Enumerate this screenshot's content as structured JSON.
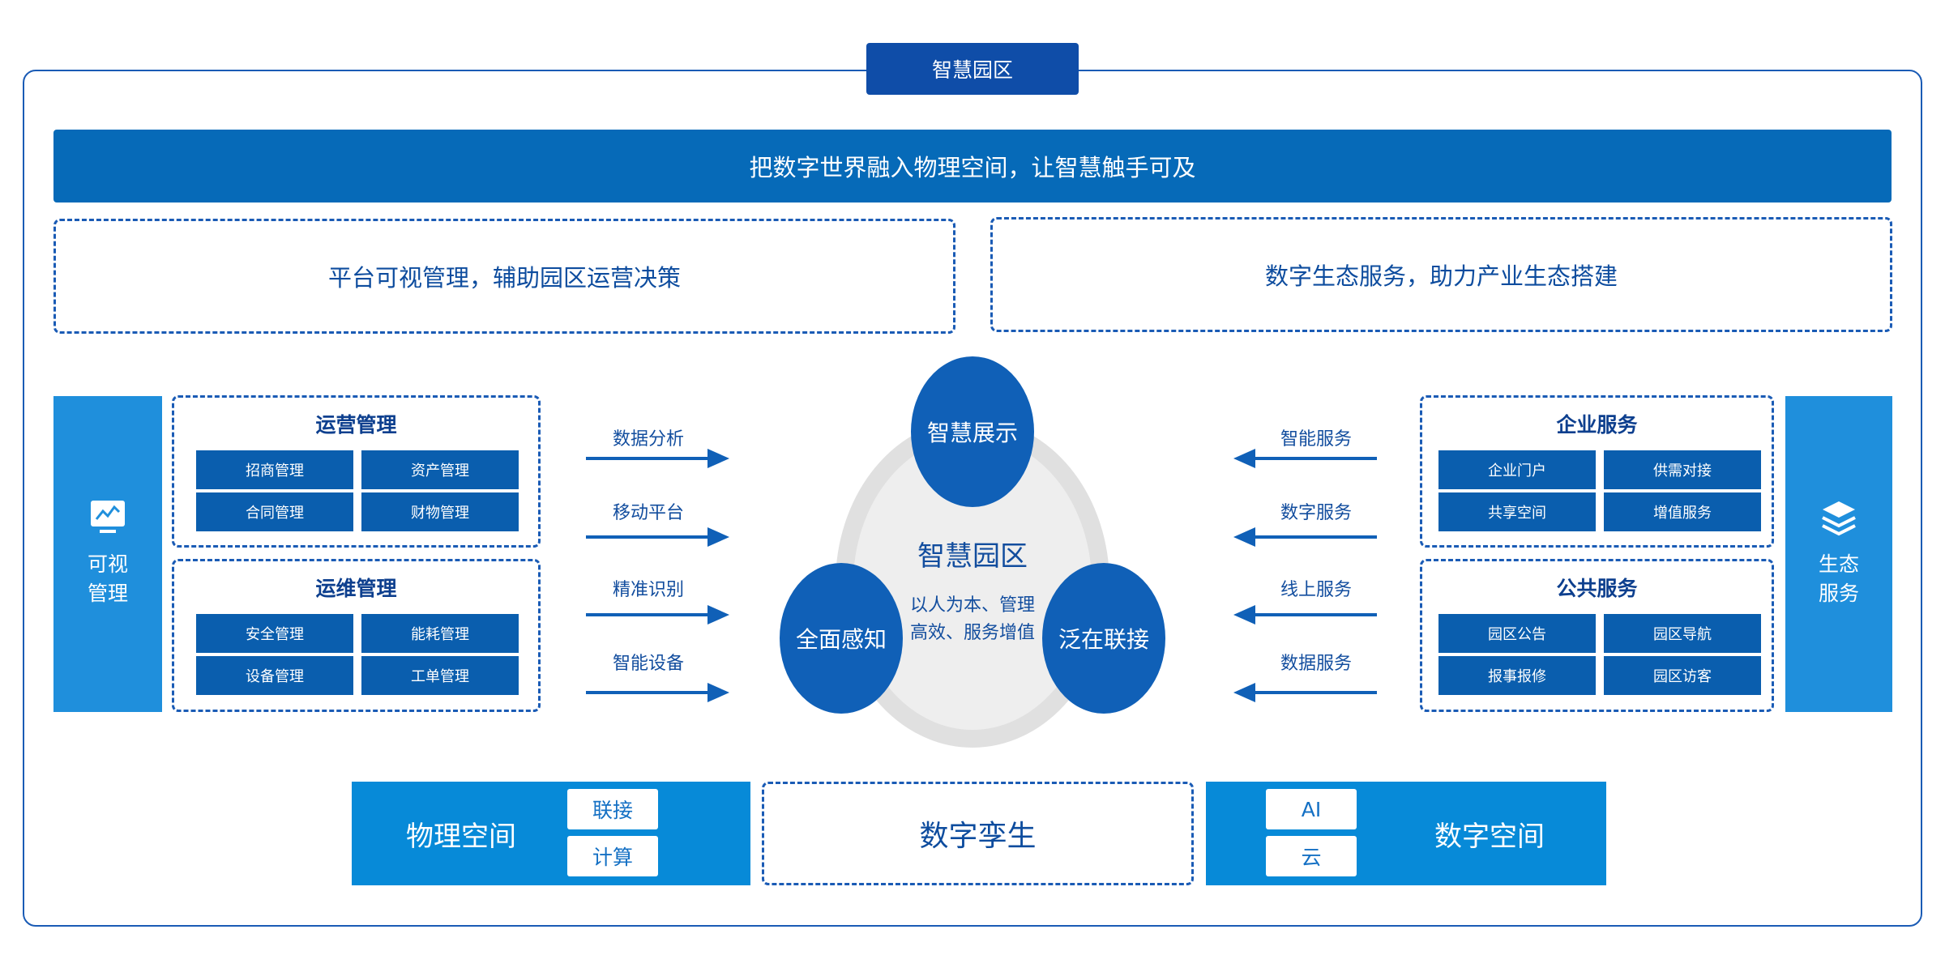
{
  "top_tab": "智慧园区",
  "banner": "把数字世界融入物理空间，让智慧触手可及",
  "goals": {
    "left": "平台可视管理，辅助园区运营决策",
    "right": "数字生态服务，助力产业生态搭建"
  },
  "left_side": {
    "icon": "monitor-chart-icon",
    "line1": "可视",
    "line2": "管理"
  },
  "right_side": {
    "icon": "layers-icon",
    "line1": "生态",
    "line2": "服务"
  },
  "left_groups": [
    {
      "title": "运营管理",
      "items": [
        "招商管理",
        "资产管理",
        "合同管理",
        "财物管理"
      ]
    },
    {
      "title": "运维管理",
      "items": [
        "安全管理",
        "能耗管理",
        "设备管理",
        "工单管理"
      ]
    }
  ],
  "right_groups": [
    {
      "title": "企业服务",
      "items": [
        "企业门户",
        "供需对接",
        "共享空间",
        "增值服务"
      ]
    },
    {
      "title": "公共服务",
      "items": [
        "园区公告",
        "园区导航",
        "报事报修",
        "园区访客"
      ]
    }
  ],
  "left_flows": [
    "数据分析",
    "移动平台",
    "精准识别",
    "智能设备"
  ],
  "right_flows": [
    "智能服务",
    "数字服务",
    "线上服务",
    "数据服务"
  ],
  "center": {
    "title": "智慧园区",
    "subtitle_line1": "以人为本、管理",
    "subtitle_line2": "高效、服务增值",
    "top_circle": "智慧展示",
    "left_circle": "全面感知",
    "right_circle": "泛在联接"
  },
  "bottom": {
    "physical": {
      "title": "物理空间",
      "tags": [
        "联接",
        "计算"
      ]
    },
    "twin": "数字孪生",
    "digital": {
      "title": "数字空间",
      "tags": [
        "AI",
        "云"
      ]
    }
  },
  "colors": {
    "primary_dark": "#0f4da8",
    "primary": "#066ab8",
    "accent": "#1f8fdc",
    "ring": "#e3e3e3"
  }
}
